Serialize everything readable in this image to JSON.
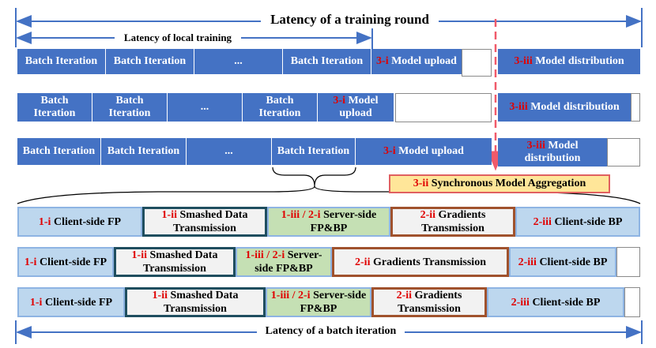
{
  "labels": {
    "round": "Latency of a training round",
    "local": "Latency of local training",
    "batch": "Latency of a batch iteration",
    "batch_iteration": "Batch Iteration",
    "batch_word": "Batch",
    "iteration_word": "Iteration",
    "ellipsis": "...",
    "model_upload": "Model upload",
    "model_word": "Model",
    "upload_word": "upload",
    "model_distribution": "Model distribution",
    "distribution_word": "distribution",
    "aggregation": "Synchronous Model Aggregation",
    "client_fp": "Client-side FP",
    "smashed_line1": "Smashed Data",
    "transmission": "Transmission",
    "server_fpbp": "Server-side",
    "fpbp": "FP&BP",
    "server_line1_short": "Server-",
    "server_line2_short": "side FP&BP",
    "gradients": "Gradients",
    "gradients_transmission": "Gradients  Transmission",
    "client_bp": "Client-side BP"
  },
  "steps": {
    "s_3i": "3-i",
    "s_3ii": "3-ii",
    "s_3iii": "3-iii",
    "s_1i": "1-i",
    "s_1ii": "1-ii",
    "s_1iii_2i": "1-iii / 2-i",
    "s_2ii": "2-ii",
    "s_2iii": "2-iii"
  },
  "colors": {
    "blue": "#4472c4",
    "step_red": "#e00000",
    "light_blue": "#bdd7ee",
    "green": "#c5e0b4",
    "yellow": "#ffe699",
    "teal_border": "#1f4e5f",
    "brown_border": "#a0522d",
    "arrow_blue": "#4472c4",
    "dashed_red": "#f05a6a"
  }
}
